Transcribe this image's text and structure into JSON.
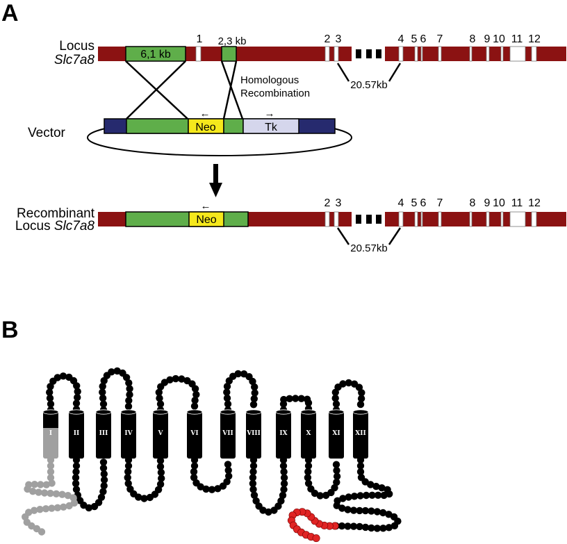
{
  "panel_a": {
    "label": "A",
    "locus": {
      "title_line1": "Locus",
      "title_line2": "Slc7a8",
      "arm_left_label": "6,1 kb",
      "arm_right_label": "2,3  kb",
      "exons": [
        "1",
        "2",
        "3",
        "4",
        "5",
        "6",
        "7",
        "8",
        "9",
        "10",
        "11",
        "12"
      ],
      "gap_label": "20.57kb"
    },
    "recombination_label_line1": "Homologous",
    "recombination_label_line2": "Recombination",
    "vector": {
      "title": "Vector",
      "neo_label": "Neo",
      "tk_label": "Tk",
      "neo_arrow": "←",
      "tk_arrow": "→"
    },
    "recombinant": {
      "title_line1": "Recombinant",
      "title_line2_plain": "Locus ",
      "title_line2_italic": "Slc7a8",
      "neo_label": "Neo",
      "neo_arrow": "←",
      "exons": [
        "2",
        "3",
        "4",
        "5",
        "6",
        "7",
        "8",
        "9",
        "10",
        "11",
        "12"
      ],
      "gap_label": "20.57kb"
    },
    "colors": {
      "locus": "#8b1212",
      "homology_arm": "#5fae4a",
      "neo": "#f5e81c",
      "tk": "#d5d6ec",
      "vector_backbone": "#262a6e",
      "exon": "#ffffff"
    }
  },
  "panel_b": {
    "label": "B",
    "transmembrane_domains": [
      "I",
      "II",
      "III",
      "IV",
      "V",
      "VI",
      "VII",
      "VIII",
      "IX",
      "X",
      "XI",
      "XII"
    ],
    "colors": {
      "deleted_region": "#a0a0a0",
      "protein": "#000000",
      "c_terminal_highlight": "#e02424"
    }
  }
}
